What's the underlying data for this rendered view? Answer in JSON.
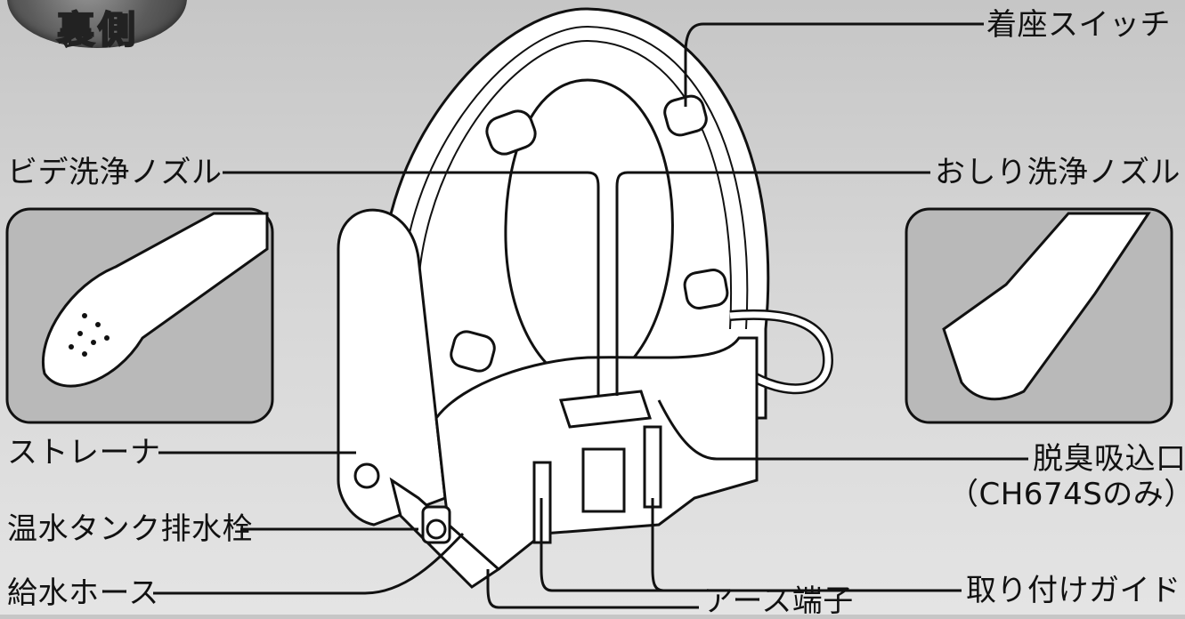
{
  "badge": {
    "text": "裏側"
  },
  "labels": {
    "seat_switch": "着座スイッチ",
    "bidet_nozzle": "ビデ洗浄ノズル",
    "oshiri_nozzle": "おしり洗浄ノズル",
    "strainer": "ストレーナ",
    "drain_plug": "温水タンク排水栓",
    "water_hose": "給水ホース",
    "deodorizer_inlet": "脱臭吸込口",
    "deodorizer_note": "（CH674Sのみ）",
    "mounting_guide": "取り付けガイド",
    "earth_terminal": "アース端子"
  },
  "colors": {
    "background": "#d4d4d4",
    "line": "#111111",
    "body": "#ffffff",
    "inset_bg": "#b9b9b9"
  }
}
